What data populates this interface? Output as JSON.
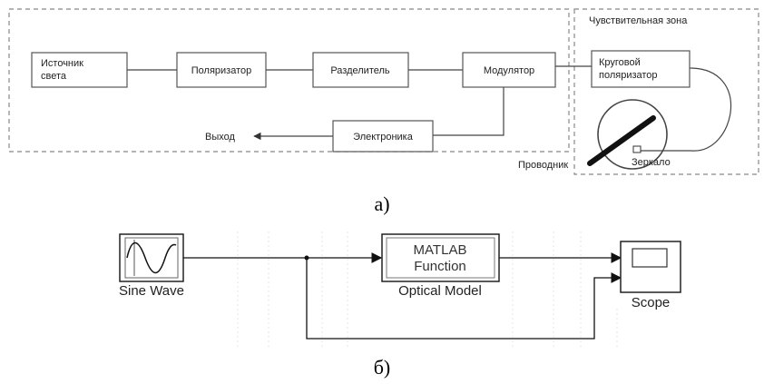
{
  "diagram_a": {
    "caption": "а)",
    "zone_label": "Чувствительная зона",
    "blocks": {
      "source_line1": "Источник",
      "source_line2": "света",
      "polarizer": "Поляризатор",
      "splitter": "Разделитель",
      "modulator": "Модулятор",
      "circ_line1": "Круговой",
      "circ_line2": "поляризатор",
      "electronics": "Электроника"
    },
    "output_label": "Выход",
    "conductor_label": "Проводник",
    "mirror_label": "Зеркало"
  },
  "diagram_b": {
    "caption": "б)",
    "sine_label": "Sine Wave",
    "func_line1": "MATLAB",
    "func_line2": "Function",
    "func_label": "Optical Model",
    "scope_label": "Scope"
  }
}
